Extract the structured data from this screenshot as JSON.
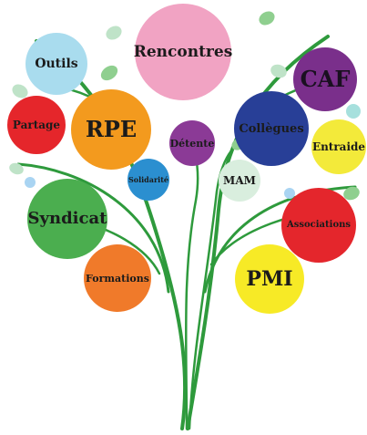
{
  "bubbles": {
    "rencontres": {
      "label": "Rencontres",
      "color": "#f1a3c3"
    },
    "outils": {
      "label": "Outils",
      "color": "#a9dcee"
    },
    "caf": {
      "label": "CAF",
      "color": "#7a2f8b"
    },
    "partage": {
      "label": "Partage",
      "color": "#e5262b"
    },
    "rpe": {
      "label": "RPE",
      "color": "#f39a1e"
    },
    "detente": {
      "label": "Détente",
      "color": "#8b3a96"
    },
    "collegues": {
      "label": "Collègues",
      "color": "#283f97"
    },
    "entraide": {
      "label": "Entraide",
      "color": "#f3ea3a"
    },
    "solidarite": {
      "label": "Solidarité",
      "color": "#2b8fd0"
    },
    "mam": {
      "label": "MAM",
      "color": "#d9eede"
    },
    "syndicat": {
      "label": "Syndicat",
      "color": "#4bae4f"
    },
    "associations": {
      "label": "Associations",
      "color": "#e4262c"
    },
    "formations": {
      "label": "Formations",
      "color": "#f07a2a"
    },
    "pmi": {
      "label": "PMI",
      "color": "#f7ea26"
    }
  },
  "palette": {
    "trunk": "#2e9a3c",
    "leaf": "#8fcf8f",
    "leaf_light": "#bfe3c8",
    "dot_teal": "#a6e0dd",
    "dot_blue": "#a9d4f2"
  }
}
